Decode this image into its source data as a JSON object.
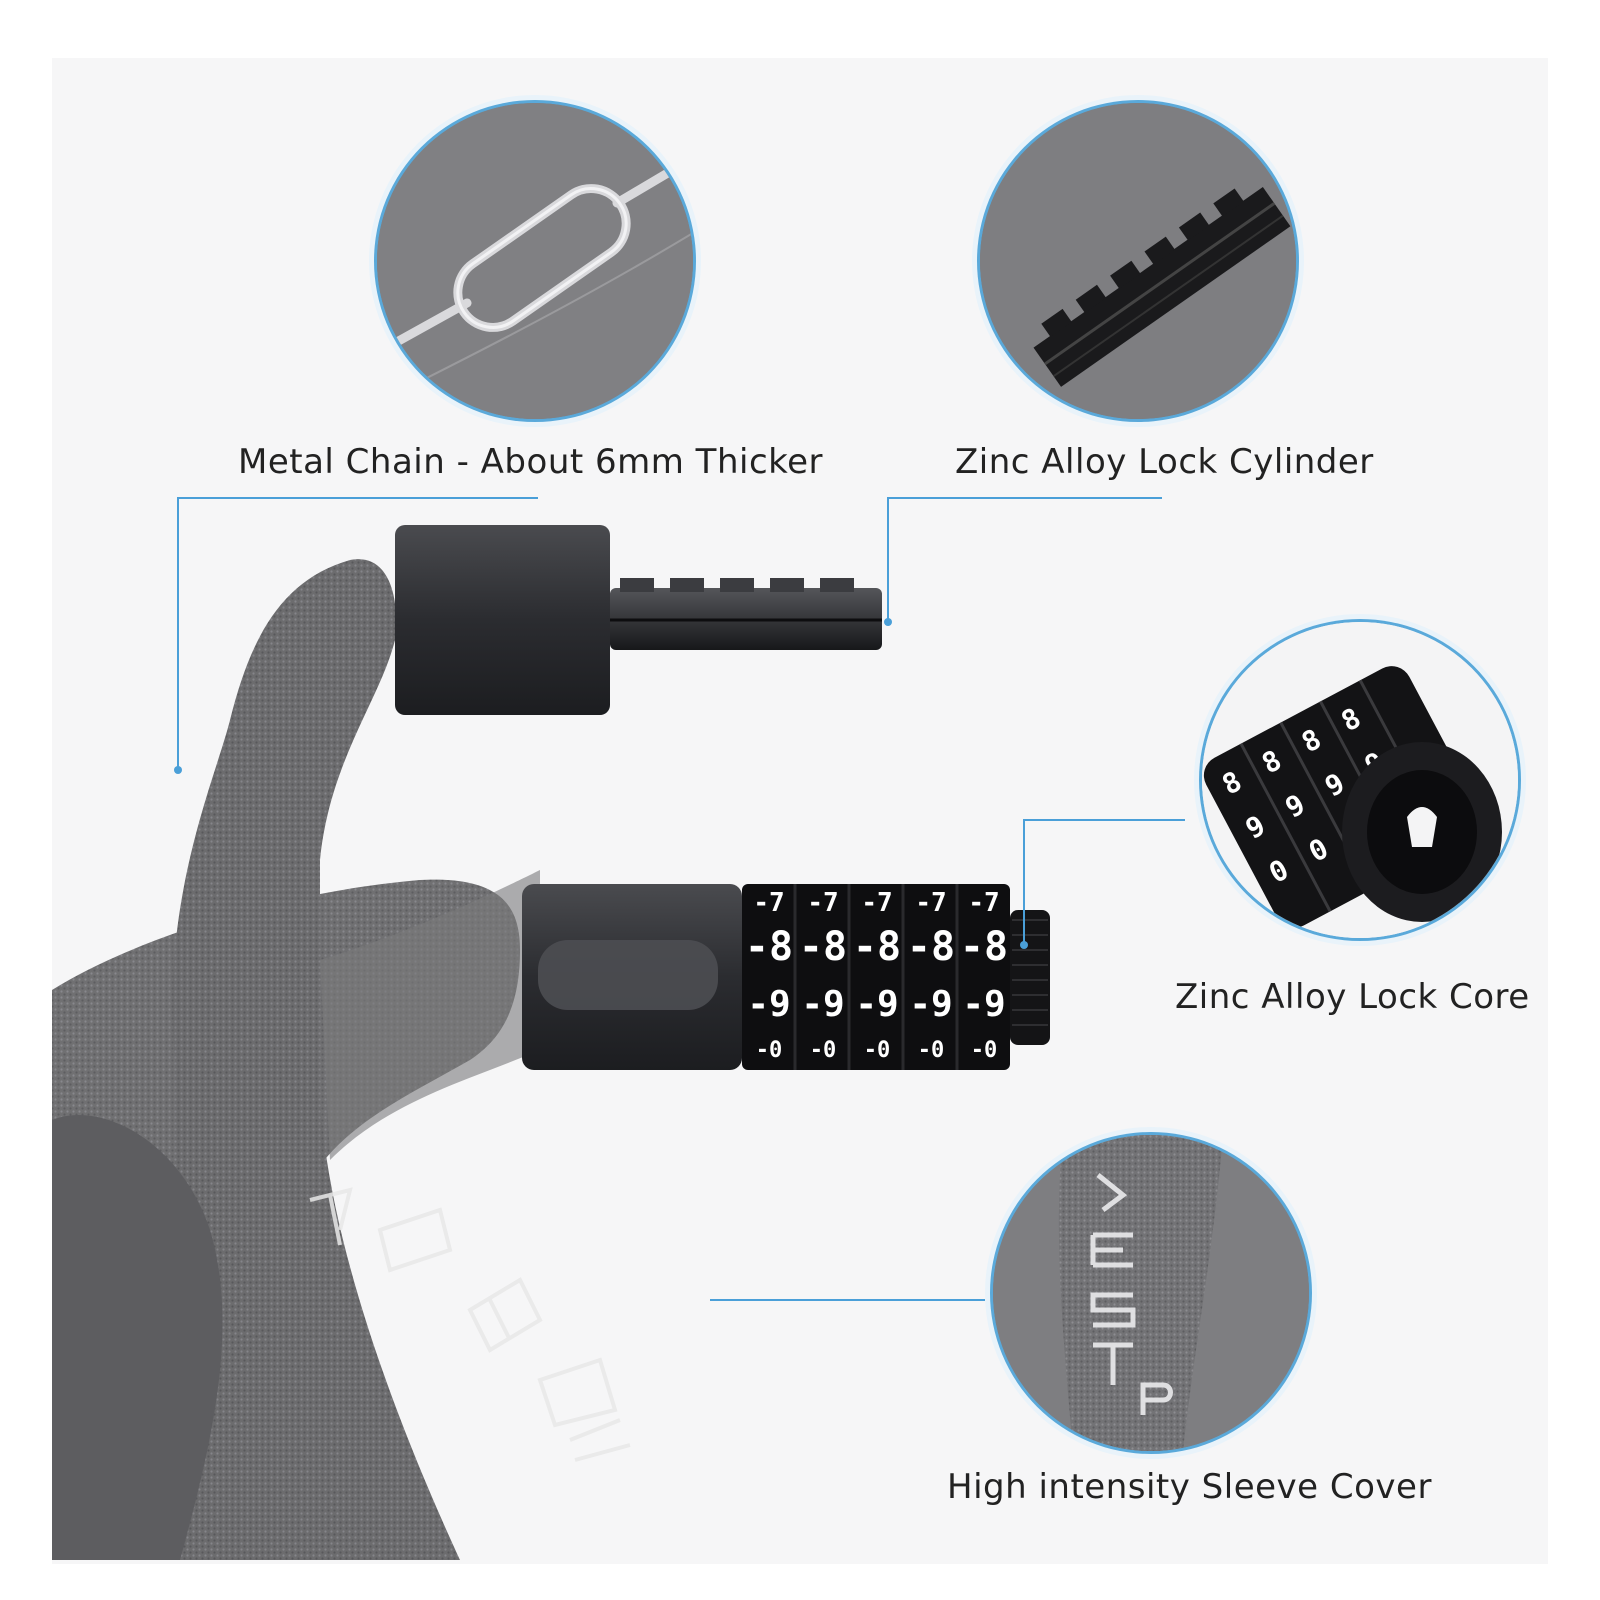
{
  "callouts": {
    "metal_chain": {
      "label": "Metal Chain - About 6mm Thicker"
    },
    "lock_cylinder": {
      "label": "Zinc Alloy Lock Cylinder"
    },
    "lock_core": {
      "label": "Zinc Alloy Lock Core"
    },
    "sleeve_cover": {
      "label": "High intensity Sleeve Cover"
    }
  },
  "dial_digits": {
    "row1": [
      "-7",
      "-7",
      "-7",
      "-7",
      "-7"
    ],
    "row2": [
      "-8",
      "-8",
      "-8",
      "-8",
      "-8"
    ],
    "row3": [
      "-9",
      "-9",
      "-9",
      "-9",
      "-9"
    ],
    "row4": [
      "-0",
      "-0",
      "-0",
      "-0",
      "-0"
    ]
  },
  "colors": {
    "accent": "#4a9fd8",
    "callout_bg": "#7d7d7f",
    "sleeve": "#6e6e70",
    "metal_dark": "#2a2b2e"
  }
}
